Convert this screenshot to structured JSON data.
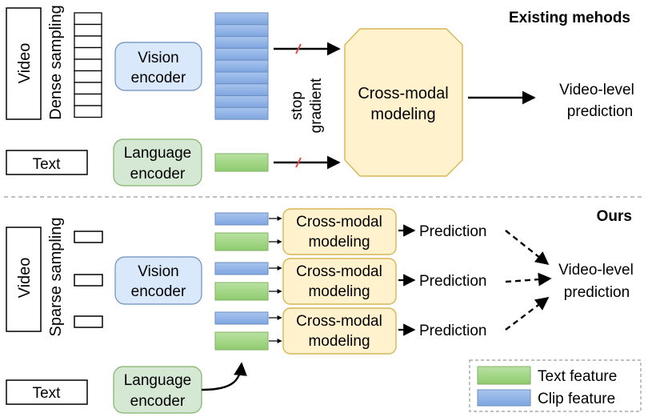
{
  "top": {
    "heading": "Existing mehods",
    "video_label": "Video",
    "sampling_label": "Dense sampling",
    "text_label": "Text",
    "vision_encoder": [
      "Vision",
      "encoder"
    ],
    "language_encoder": [
      "Language",
      "encoder"
    ],
    "stop_gradient": [
      "stop",
      "gradient"
    ],
    "cross_modal": [
      "Cross-modal",
      "modeling"
    ],
    "prediction": [
      "Video-level",
      "prediction"
    ]
  },
  "bottom": {
    "heading": "Ours",
    "video_label": "Video",
    "sampling_label": "Sparse sampling",
    "text_label": "Text",
    "vision_encoder": [
      "Vision",
      "encoder"
    ],
    "language_encoder": [
      "Language",
      "encoder"
    ],
    "cross_modal": [
      "Cross-modal",
      "modeling"
    ],
    "clip_prediction": "Prediction",
    "final_prediction": [
      "Video-level",
      "prediction"
    ]
  },
  "legend": {
    "text_feature": "Text feature",
    "clip_feature": "Clip feature"
  },
  "colors": {
    "blue_fill": "#7ea6e0",
    "blue_stroke": "#6c8ebf",
    "green_fill": "#97d077",
    "green_stroke": "#82b366",
    "yellow_fill": "#fff2cc",
    "yellow_stroke": "#d6b656",
    "encoder_blue_fill": "#dae8fc",
    "encoder_green_fill": "#d5e8d4",
    "stop_mark": "#e05050"
  }
}
